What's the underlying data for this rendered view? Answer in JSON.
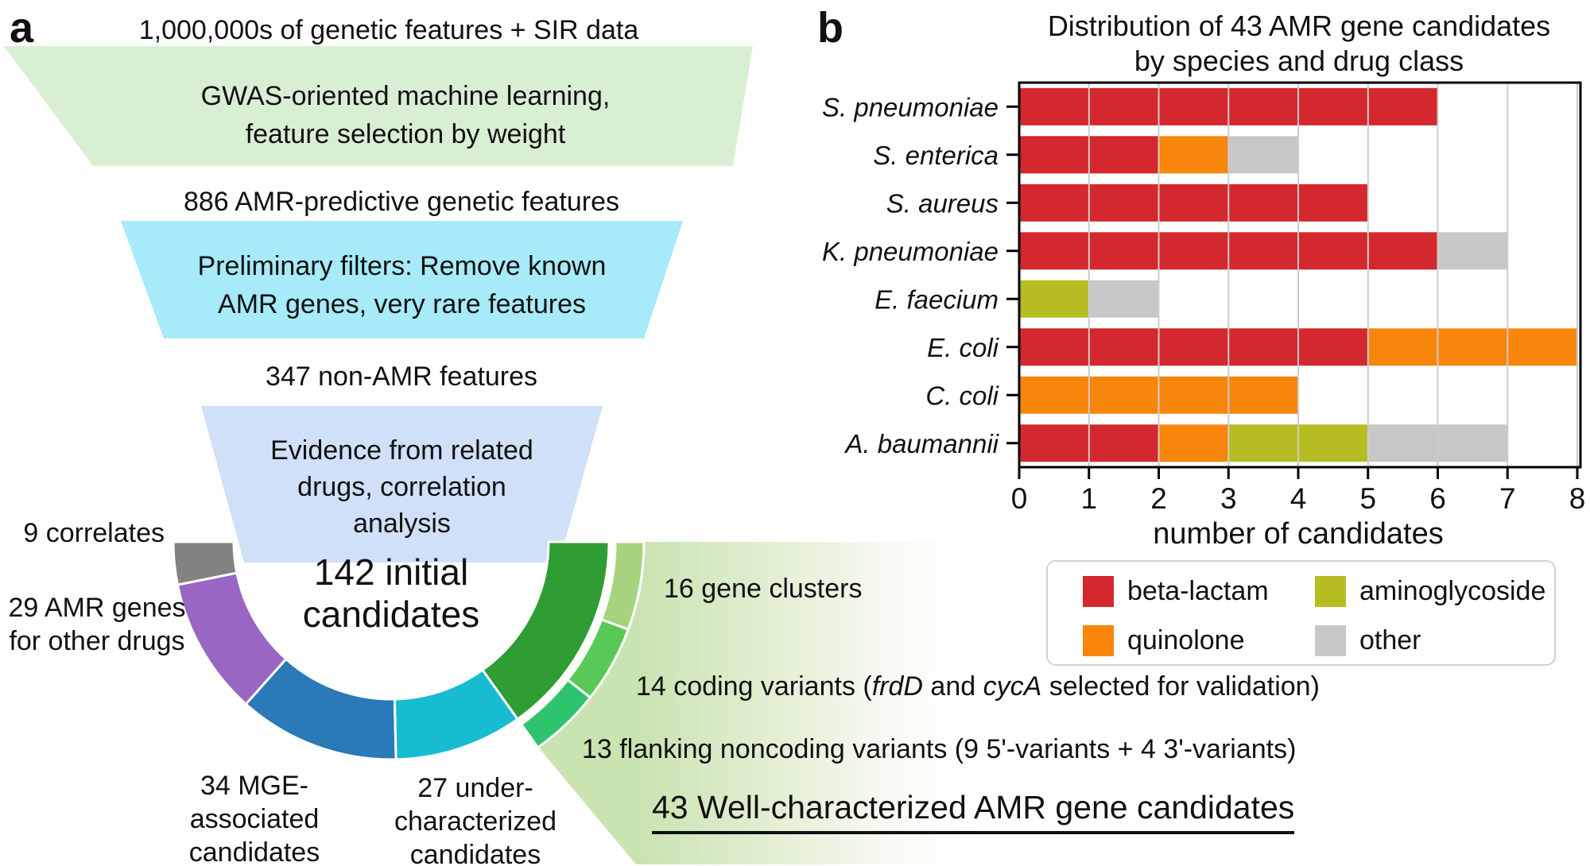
{
  "figure": {
    "panel_a_label": "a",
    "panel_b_label": "b"
  },
  "funnel": {
    "stage1_header": "1,000,000s of genetic features + SIR data",
    "stage1_box": [
      "GWAS-oriented machine learning,",
      "feature selection by weight"
    ],
    "stage1_color": "#d9efd4",
    "stage2_header": "886 AMR-predictive genetic features",
    "stage2_box": [
      "Preliminary filters: Remove known",
      "AMR genes, very rare features"
    ],
    "stage2_color": "#a7eaf9",
    "stage3_header": "347 non-AMR features",
    "stage3_box": [
      "Evidence from related",
      "drugs, correlation",
      "analysis"
    ],
    "stage3_color": "#cfe0f8"
  },
  "donut": {
    "center_line1": "142 initial",
    "center_line2": "candidates",
    "total": 142,
    "segments": [
      {
        "label": "9 correlates",
        "value": 9,
        "color": "#828282"
      },
      {
        "label": "29 AMR genes for other drugs",
        "value": 29,
        "color": "#9966c4"
      },
      {
        "label": "34 MGE-associated candidates",
        "value": 34,
        "color": "#2a79b8"
      },
      {
        "label": "27 under-characterized candidates",
        "value": 27,
        "color": "#17bcd0"
      },
      {
        "label": "43 well-characterized",
        "value": 43,
        "color": "#2f9d33"
      }
    ],
    "outer_segments": [
      {
        "label": "13 flanking noncoding variants",
        "value": 13,
        "color": "#2ec46e"
      },
      {
        "label": "14 coding variants",
        "value": 14,
        "color": "#58c957"
      },
      {
        "label": "16 gene clusters",
        "value": 16,
        "color": "#a7d37e"
      }
    ],
    "highlight_gradient": [
      "#c9e3b1",
      "#eef5e4",
      "#ffffff"
    ],
    "labels": {
      "correlates": "9 correlates",
      "amr_other_line1": "29 AMR genes",
      "amr_other_line2": "for other drugs",
      "mge_line1": "34 MGE-",
      "mge_line2": "associated",
      "mge_line3": "candidates",
      "under_line1": "27 under-",
      "under_line2": "characterized",
      "under_line3": "candidates",
      "gene_clusters": "16 gene clusters",
      "coding_parts": [
        "14 coding variants (",
        "frdD",
        " and ",
        "cycA",
        " selected for validation)"
      ],
      "flanking": "13 flanking noncoding variants (9 5'-variants + 4 3'-variants)",
      "well_characterized": "43 Well-characterized AMR gene candidates"
    }
  },
  "chart_data": {
    "type": "bar",
    "orientation": "horizontal",
    "stacked": true,
    "title_lines": [
      "Distribution of 43 AMR gene candidates",
      "by species and drug class"
    ],
    "xlabel": "number of candidates",
    "xlim": [
      0,
      8
    ],
    "xticks": [
      0,
      1,
      2,
      3,
      4,
      5,
      6,
      7,
      8
    ],
    "grid": true,
    "gridline_color": "#cdcdcd",
    "frame_color": "#000000",
    "categories": [
      "S. pneumoniae",
      "S. enterica",
      "S. aureus",
      "K. pneumoniae",
      "E. faecium",
      "E. coli",
      "C. coli",
      "A. baumannii"
    ],
    "series": [
      {
        "name": "beta-lactam",
        "color": "#d3282d",
        "values": [
          6,
          2,
          5,
          6,
          0,
          5,
          0,
          2
        ]
      },
      {
        "name": "quinolone",
        "color": "#f8860d",
        "values": [
          0,
          1,
          0,
          0,
          0,
          3,
          4,
          1
        ]
      },
      {
        "name": "aminoglycoside",
        "color": "#b5bd22",
        "values": [
          0,
          0,
          0,
          0,
          1,
          0,
          0,
          2
        ]
      },
      {
        "name": "other",
        "color": "#c7c7c7",
        "values": [
          0,
          1,
          0,
          1,
          1,
          0,
          0,
          2
        ]
      }
    ],
    "legend": {
      "position": "below-right",
      "items": [
        {
          "label": "beta-lactam",
          "color": "#d3282d"
        },
        {
          "label": "aminoglycoside",
          "color": "#b5bd22"
        },
        {
          "label": "quinolone",
          "color": "#f8860d"
        },
        {
          "label": "other",
          "color": "#c7c7c7"
        }
      ]
    }
  }
}
